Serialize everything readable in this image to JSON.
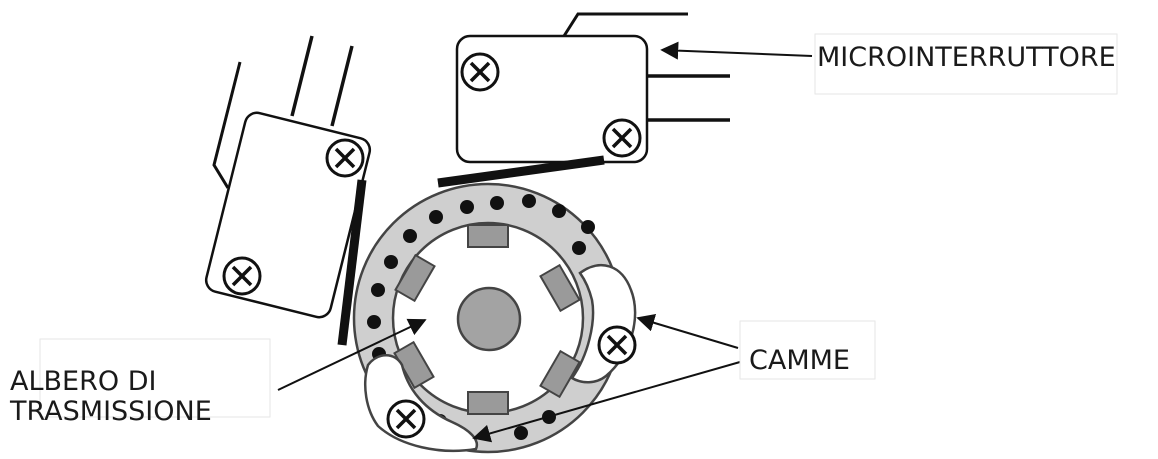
{
  "labels": {
    "microswitch": "MICROINTERRUTTORE",
    "cams": "CAMME",
    "shaft_line1": "ALBERO DI",
    "shaft_line2": "TRASMISSIONE"
  },
  "colors": {
    "ring_fill": "#cfcfcf",
    "ring_stroke": "#444444",
    "pad_fill": "#9a9a9a",
    "shaft_fill": "#a3a3a3",
    "ink": "#111111",
    "background": "#ffffff"
  },
  "icons": [
    "screw-cross-icon",
    "arrow-head-icon"
  ]
}
